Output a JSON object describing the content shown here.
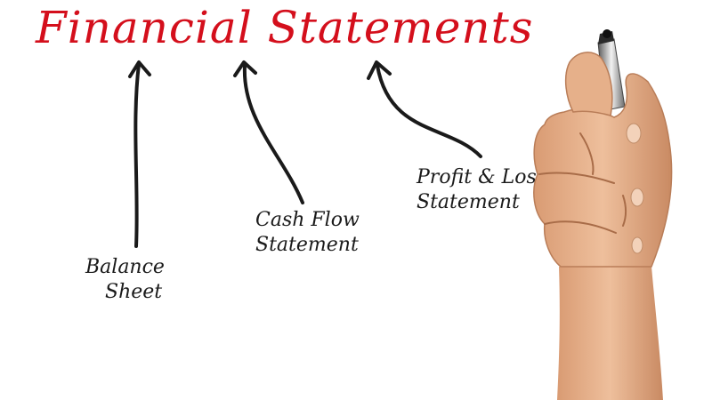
{
  "title": "Financial Statements",
  "items": [
    {
      "line1": "Balance",
      "line2": "Sheet"
    },
    {
      "line1": "Cash Flow",
      "line2": "Statement"
    },
    {
      "line1": "Profit & Loss",
      "line2": "Statement"
    }
  ],
  "colors": {
    "title": "#d40f1c",
    "ink": "#1a1a1a",
    "skin": "#e8b48e",
    "background": "#ffffff"
  },
  "icons": [
    "arrow-icon",
    "hand-with-marker-icon"
  ]
}
